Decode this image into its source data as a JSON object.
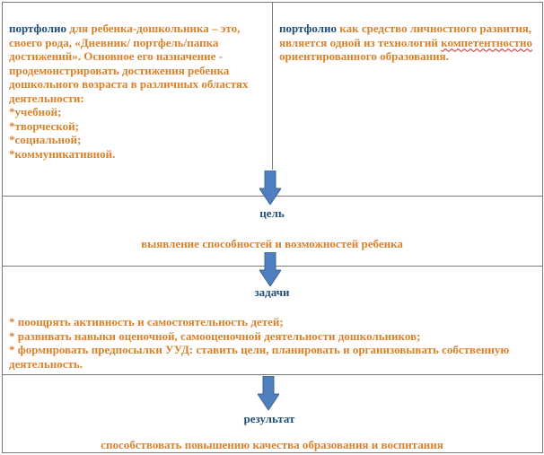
{
  "portfolio_box": {
    "term": "портфолио",
    "text": " для ребенка-дошкольника – это, своего рода, «Дневник/ портфель/папка достижений». Основное его назначение - продемонстрировать достижения ребенка дошкольного возраста  в различных областях деятельности:",
    "items": [
      "*учебной;",
      "*творческой;",
      "*социальной;",
      "*коммуникативной."
    ]
  },
  "development_box": {
    "term": "портфолио",
    "text_before": "  как средство личностного развития, является одной из технологий ",
    "wavy_word": "компетентностно",
    "text_after": " ориентированного образования."
  },
  "goal": {
    "heading": "цель",
    "text": "выявление способностей и возможностей ребенка"
  },
  "tasks": {
    "heading": "задачи",
    "items": [
      "* поощрять  активность и самостоятельность детей;",
      "* развивать навыки оценочной, самооценочной деятельности дошкольников;",
      "* формировать предпосылки УУД: ставить цели, планировать и организовывать собственную деятельность."
    ]
  },
  "result": {
    "heading": "результат",
    "text": "способствовать повышению качества образования и воспитания"
  },
  "colors": {
    "term_blue": "#1f4e79",
    "body_orange": "#d9822b",
    "arrow_blue": "#4f7fbf",
    "border": "#7a7a7a"
  }
}
